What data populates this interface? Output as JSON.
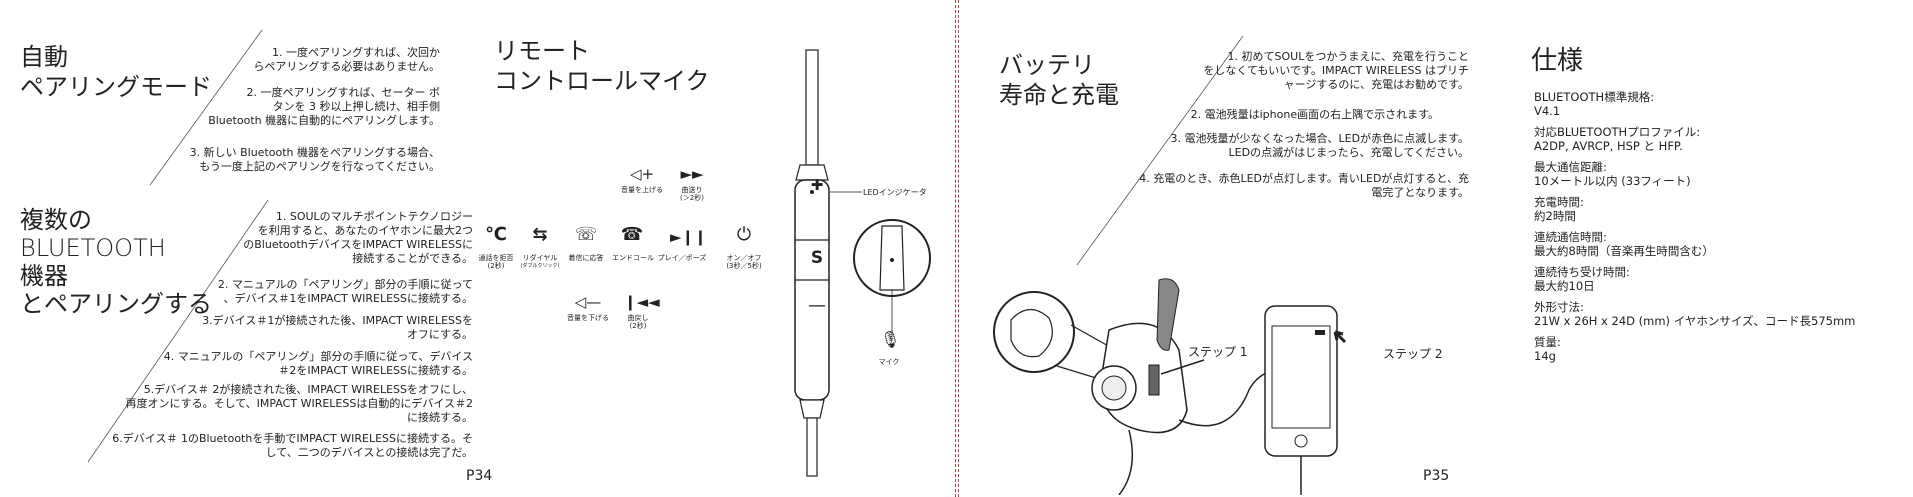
{
  "p34": {
    "auto_pair": {
      "title": [
        "自動",
        "ペアリングモード"
      ],
      "items": [
        [
          "1. 一度ペアリングすれば、次回か",
          "らペアリングする必要はありません。"
        ],
        [
          "2. 一度ペアリングすれば、セーター ボ",
          "タンを 3 秒以上押し続け、相手側",
          "Bluetooth 機器に自動的にペアリングします。"
        ],
        [
          "3. 新しい Bluetooth 機器をペアリングする場合、",
          "もう一度上記のペアリングを行なってください。"
        ]
      ]
    },
    "multi_pair": {
      "title": [
        "複数の",
        "BLUETOOTH",
        "機器",
        "とペアリングする"
      ],
      "items": [
        [
          "1. SOULのマルチポイントテクノロジー",
          "を利用すると、あなたのイヤホンに最大2つ",
          "のBluetoothデバイスをIMPACT WIRELESSに",
          "接続することができる。"
        ],
        [
          "2. マニュアルの「ペアリング」部分の手順に従って",
          "、デバイス＃1をIMPACT WIRELESSに接続する。"
        ],
        [
          "3.デバイス＃1が接続された後、IMPACT WIRELESSを",
          "オフにする。"
        ],
        [
          "4. マニュアルの「ペアリング」部分の手順に従って、デバイス",
          "＃2をIMPACT WIRELESSに接続する。"
        ],
        [
          "5.デバイス＃ 2が接続された後、IMPACT WIRELESSをオフにし、",
          "再度オンにする。そして、IMPACT WIRELESSは自動的にデバイス＃2",
          "に接続する。"
        ],
        [
          "6.デバイス＃ 1のBluetoothを手動でIMPACT WIRELESSに接続する。そ",
          "して、二つのデバイスとの接続は完了だ。"
        ]
      ]
    },
    "remote": {
      "title": [
        "リモート",
        "コントロールマイク"
      ],
      "vol_up": "音量を上げる",
      "ff": [
        "曲送り",
        "(＞2秒)"
      ],
      "call_reject": [
        "通話を拒否",
        "(2秒)"
      ],
      "redial": [
        "リダイヤル",
        "(ダブルクリック)"
      ],
      "answer": "着信に応答",
      "end_call": "エンドコール",
      "play_pause": "プレイ／ポーズ",
      "power": [
        "オン／オフ",
        "(3秒／5秒)"
      ],
      "vol_down": "音量を下げる",
      "rew": [
        "曲戻し",
        "(2秒)"
      ],
      "led_indicator": "LEDインジケータ",
      "mic": "マイク"
    },
    "page_number": "P34"
  },
  "p35": {
    "battery": {
      "title": [
        "バッテリ",
        "寿命と充電"
      ],
      "items": [
        [
          "1. 初めてSOULをつかうまえに、充電を行うこと",
          "をしなくてもいいです。IMPACT WIRELESS はプリチ",
          "ャージするのに、充電はお勧めです。"
        ],
        [
          "2. 電池残量はiphone画面の右上隅で示されます。"
        ],
        [
          "3. 電池残量が少なくなった場合、LEDが赤色に点滅します。",
          "LEDの点滅がはじまったら、充電してください。"
        ],
        [
          "4. 充電のとき、赤色LEDが点灯します。青いLEDが点灯すると、充",
          "電完了となります。"
        ]
      ],
      "step1": "ステップ 1",
      "step2": "ステップ 2"
    },
    "specs": {
      "title": "仕様",
      "items": [
        {
          "label": "BLUETOOTH標準規格:",
          "value": "V4.1"
        },
        {
          "label": "対応BLUETOOTHプロファイル:",
          "value": "A2DP, AVRCP, HSP と HFP."
        },
        {
          "label": "最大通信距離:",
          "value": "10メートル以内 (33フィート)"
        },
        {
          "label": "充電時間:",
          "value": "約2時間"
        },
        {
          "label": "連続通信時間:",
          "value": "最大約8時間（音楽再生時間含む）"
        },
        {
          "label": "連続待ち受け時間:",
          "value": "最大約10日"
        },
        {
          "label": "外形寸法:",
          "value": "21W x 26H x 24D (mm) イヤホンサイズ、コード長575mm"
        },
        {
          "label": "質量:",
          "value": "14g"
        }
      ]
    },
    "page_number": "P35"
  },
  "colors": {
    "text": "#222222",
    "fold_line": "#b03a4a",
    "spec_label": "#333333"
  }
}
